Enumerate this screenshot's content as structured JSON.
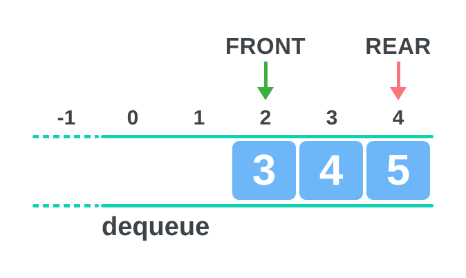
{
  "diagram": {
    "front_label": "FRONT",
    "rear_label": "REAR",
    "indices": [
      "-1",
      "0",
      "1",
      "2",
      "3",
      "4"
    ],
    "cells": [
      "3",
      "4",
      "5"
    ],
    "operation_label": "dequeue",
    "icons": {
      "front_arrow": "down-arrow-green",
      "rear_arrow": "down-arrow-pink"
    },
    "colors": {
      "track_teal": "#12d1b3",
      "cell_blue": "#6db6f7",
      "front_arrow_green": "#3fae41",
      "rear_arrow_pink": "#f8757c",
      "text_gray": "#3e4347",
      "cell_text": "#ffffff",
      "background": "#ffffff"
    }
  }
}
